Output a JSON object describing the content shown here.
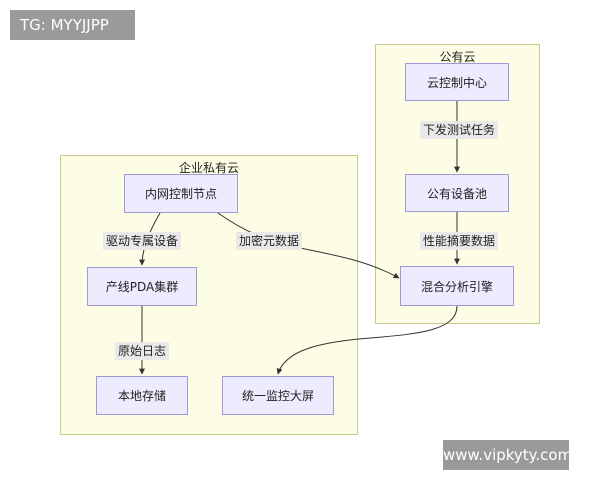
{
  "watermarks": {
    "top": "TG: MYYJJPP",
    "bottom": "www.vipkyty.com"
  },
  "clusters": {
    "private": {
      "title": "企业私有云"
    },
    "public": {
      "title": "公有云"
    }
  },
  "nodes": {
    "cloud_control": "云控制中心",
    "public_device_pool": "公有设备池",
    "hybrid_engine": "混合分析引擎",
    "intranet_node": "内网控制节点",
    "pda_cluster": "产线PDA集群",
    "local_storage": "本地存储",
    "unified_screen": "统一监控大屏"
  },
  "edges": {
    "issue_tasks": "下发测试任务",
    "perf_summary": "性能摘要数据",
    "drive_devices": "驱动专属设备",
    "encrypt_meta": "加密元数据",
    "raw_logs": "原始日志"
  },
  "colors": {
    "node_fill": "#ececfe",
    "node_border": "#9e9ad6",
    "cluster_fill": "#fdfde6",
    "cluster_border": "#c9c98a",
    "edge": "#333333",
    "edge_label_bg": "#e9e9e9"
  }
}
